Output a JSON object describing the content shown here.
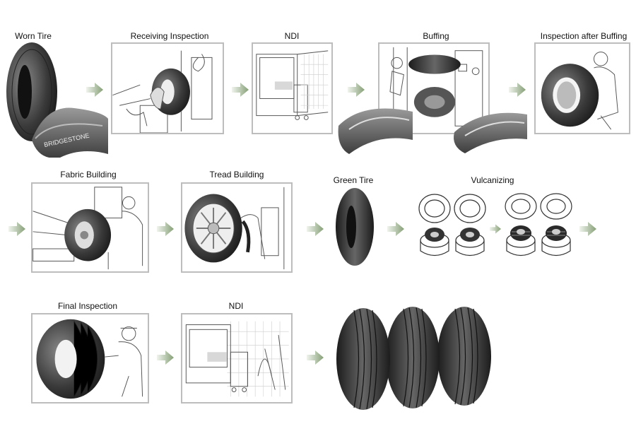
{
  "steps": {
    "worn_tire": "Worn Tire",
    "receiving_inspection": "Receiving Inspection",
    "ndi_1": "NDI",
    "buffing": "Buffing",
    "inspection_after_buffing": "Inspection after Buffing",
    "fabric_building": "Fabric Building",
    "tread_building": "Tread Building",
    "green_tire": "Green Tire",
    "vulcanizing": "Vulcanizing",
    "final_inspection": "Final Inspection",
    "ndi_2": "NDI"
  },
  "brand_text": "BRIDGESTONE",
  "colors": {
    "arrow_dark": "#8fa882",
    "arrow_light": "#e3ebde",
    "panel_border": "#bdbdbd",
    "tire_dark": "#2b2b2b",
    "tire_mid": "#6d6d6d"
  }
}
